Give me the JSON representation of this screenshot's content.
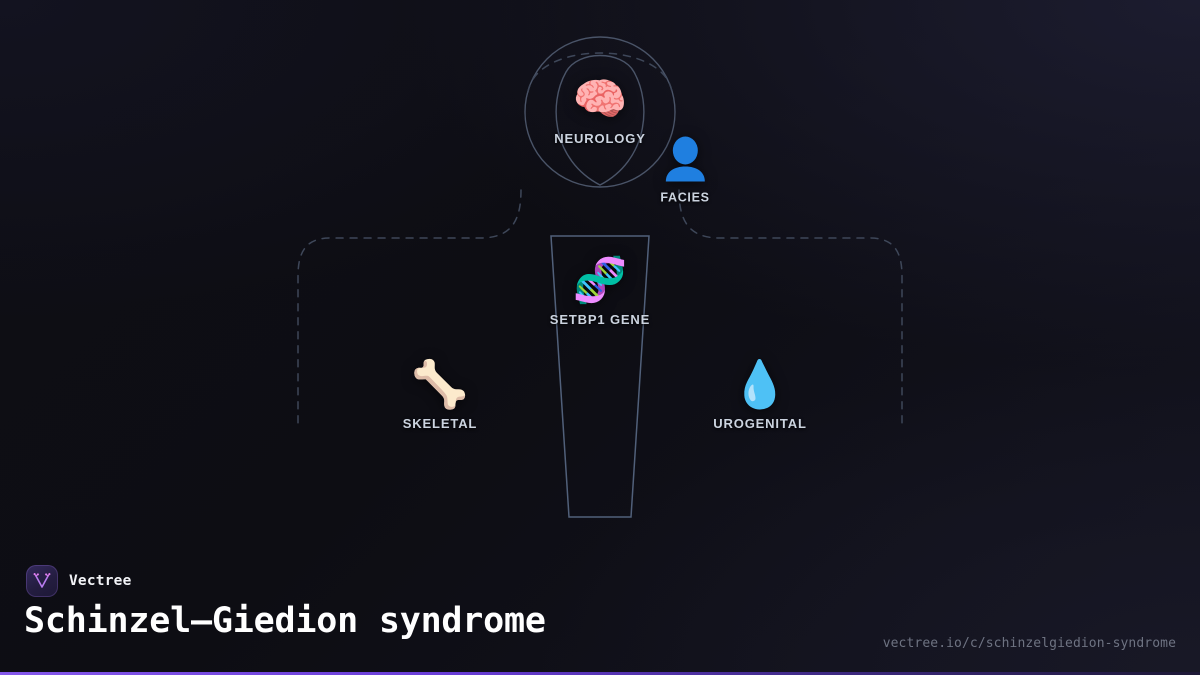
{
  "background": {
    "base_color": "#0d0d13",
    "tint_color": "#1c1c2f"
  },
  "diagram": {
    "name": "human-body-systems-diagram",
    "outline_color": "#3c4558",
    "torso_stroke_color": "#4b566b",
    "nodes": [
      {
        "id": "neurology",
        "label": "NEUROLOGY",
        "icon": "brain-icon",
        "glyph": "🧠",
        "accent": "#f4a0a0"
      },
      {
        "id": "facies",
        "label": "FACIES",
        "icon": "person-bust-icon",
        "glyph": "",
        "accent": "#1f7fe0"
      },
      {
        "id": "gene",
        "label": "SETBP1 GENE",
        "icon": "dna-helix-icon",
        "glyph": "🧬",
        "accent": "#e86fd2"
      },
      {
        "id": "skeletal",
        "label": "SKELETAL",
        "icon": "bone-icon",
        "glyph": "🦴",
        "accent": "#f3ddc0"
      },
      {
        "id": "urogenital",
        "label": "UROGENITAL",
        "icon": "water-droplet-icon",
        "glyph": "💧",
        "accent": "#4db2ef"
      }
    ]
  },
  "footer": {
    "brand_name": "Vectree",
    "brand_icon": "vectree-logo-icon",
    "title": "Schinzel–Giedion syndrome",
    "url": "vectree.io/c/schinzelgiedion-syndrome",
    "accent_color": "#8b5cf6"
  }
}
